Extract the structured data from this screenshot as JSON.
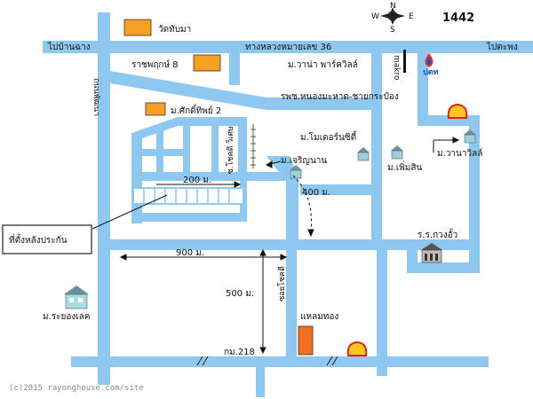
{
  "map_number": "1442",
  "compass": {
    "north": "N",
    "south": "S",
    "east": "E",
    "west": "W"
  },
  "roads": {
    "highway_36": "ทางหลวงหมายเลข 36",
    "to_banchang": "ไปบ้านฉาง",
    "to_pattaya": "ไปตะพง",
    "hospital_road": "รพช.หนองมะหาด-ชายกระป๋อง",
    "road_thanwaiphat": "ถนนพัฒนา",
    "soi_krongkit": "ซ.โชคดี วิเศษ",
    "soi_jongjit": "ซอยโชคดี",
    "kilometer_218": "กม.218",
    "makro": "makro"
  },
  "places": {
    "temple": "วัดทับมา",
    "rajapruek8": "ราชพฤกษ์ 8",
    "sakdipat2": "ม.ศักดิ์ทิพย์ 2",
    "wana_park": "ม.วาน่า พาร์ควิลล์",
    "ptt_label": "ปตท",
    "modern_city": "ม.โมเดอร์นซิตี้",
    "charoenyarn": "ม.เจริญนาน",
    "phunsin": "ม.เพิ่มสิน",
    "wana_villa": "ม.วานาวิลล์",
    "school": "ร.ร.กวงอั้ว",
    "rayong_lake": "ม.ระยองเลค",
    "hom_thong": "แหลมทอง",
    "target": "ที่ตั้งหลังประกัน"
  },
  "distances": {
    "d200": "200 ม.",
    "d400": "400 ม.",
    "d900": "900 ม.",
    "d500": "500 ม."
  },
  "footer": "(c)2015 rayonghouse.com/site",
  "colors": {
    "road": "#8ec8f0",
    "landmark": "#f5a020",
    "shell_red": "#e02020",
    "shell_yellow": "#f8c81c"
  }
}
